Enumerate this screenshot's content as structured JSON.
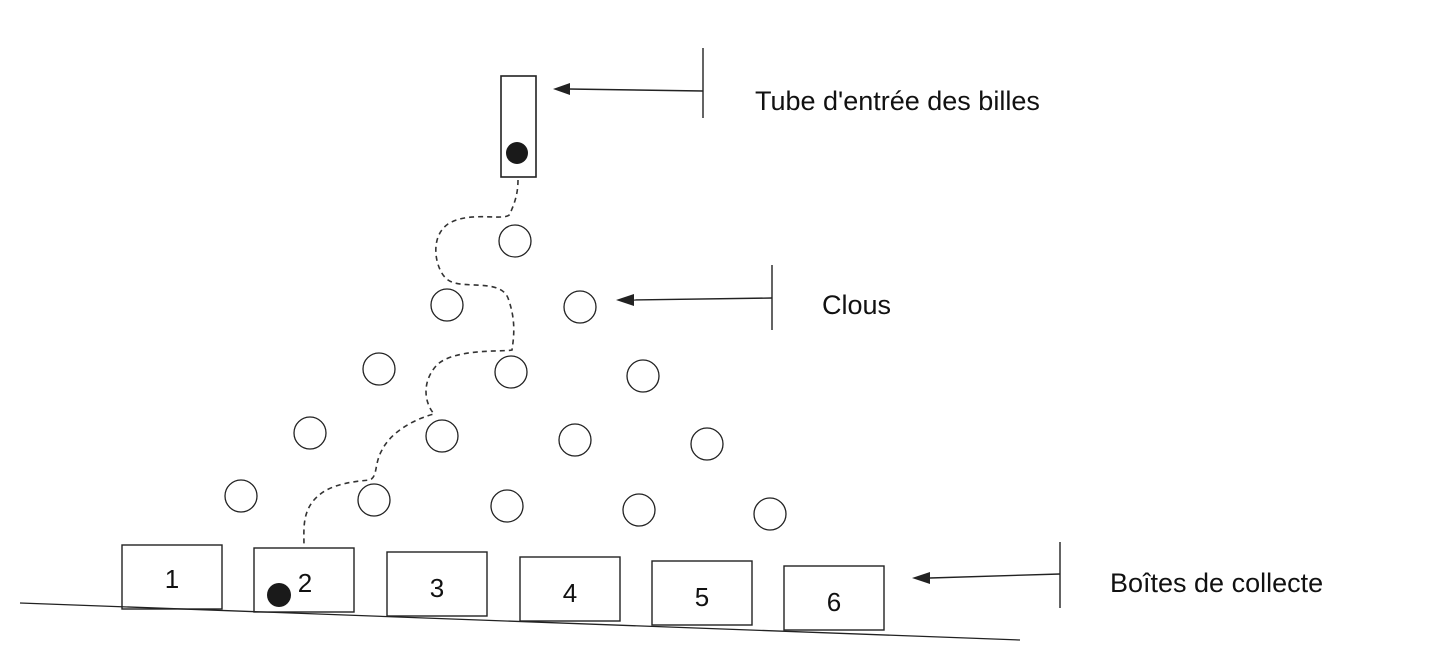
{
  "labels": {
    "tube": "Tube d'entrée des billes",
    "nails": "Clous",
    "boxes": "Boîtes de collecte"
  },
  "boxes": [
    "1",
    "2",
    "3",
    "4",
    "5",
    "6"
  ],
  "nail_rows": [
    1,
    2,
    3,
    4,
    5
  ],
  "ball_position": {
    "in_tube": true,
    "landed_box": "2"
  },
  "colors": {
    "ink": "#222222",
    "ball": "#1a1a1a",
    "nail_outline": "#444444"
  }
}
